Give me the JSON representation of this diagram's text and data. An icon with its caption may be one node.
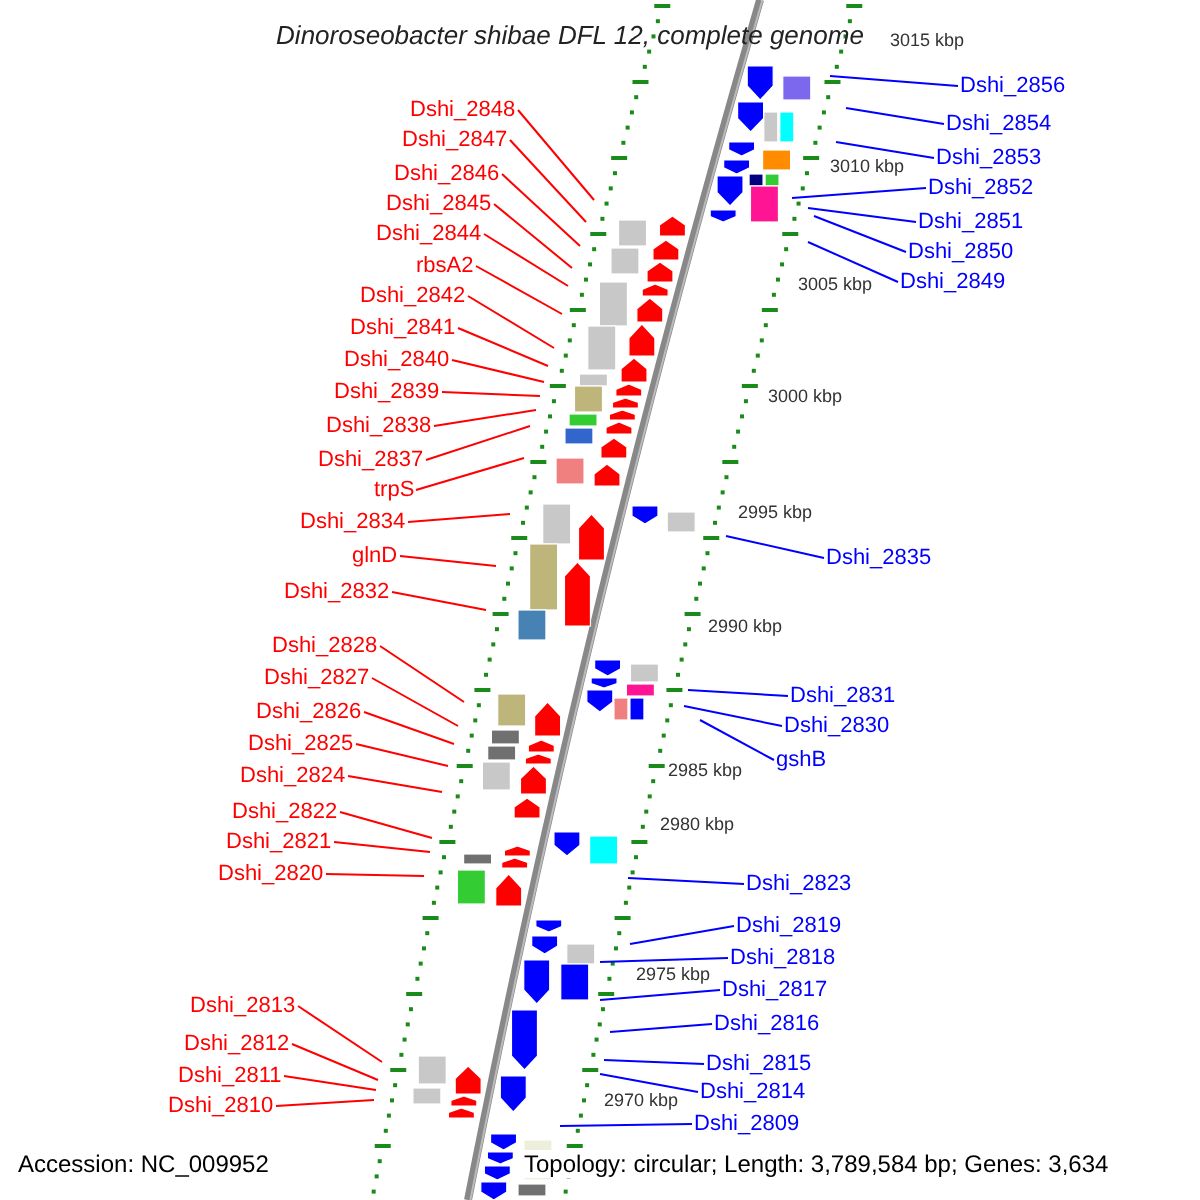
{
  "diagram": {
    "title": "Dinoroseobacter shibae DFL 12, complete genome",
    "nodes": [
      {
        "text": [
          "Dshi_2848"
        ]
      },
      {
        "text": [
          "Dshi_2847"
        ]
      },
      {
        "text": [
          "Dshi_2846"
        ]
      },
      {
        "text": [
          "Dshi_2845"
        ]
      },
      {
        "text": [
          "Dshi_2844"
        ]
      },
      {
        "text": [
          "rbsA2"
        ]
      },
      {
        "text": [
          "Dshi_2842"
        ]
      },
      {
        "text": [
          "Dshi_2841"
        ]
      },
      {
        "text": [
          "Dshi_2840"
        ]
      },
      {
        "text": [
          "Dshi_2839"
        ]
      },
      {
        "text": [
          "Dshi_2838"
        ]
      },
      {
        "text": [
          "Dshi_2837"
        ]
      },
      {
        "text": [
          "trpS"
        ]
      },
      {
        "text": [
          "Dshi_2834"
        ]
      },
      {
        "text": [
          "glnD"
        ]
      },
      {
        "text": [
          "Dshi_2832"
        ]
      },
      {
        "text": [
          "Dshi_2828"
        ]
      },
      {
        "text": [
          "Dshi_2827"
        ]
      },
      {
        "text": [
          "Dshi_2826"
        ]
      },
      {
        "text": [
          "Dshi_2825"
        ]
      },
      {
        "text": [
          "Dshi_2824"
        ]
      },
      {
        "text": [
          "Dshi_2822"
        ]
      },
      {
        "text": [
          "Dshi_2821"
        ]
      },
      {
        "text": [
          "Dshi_2820"
        ]
      },
      {
        "text": [
          "Dshi_2813"
        ]
      },
      {
        "text": [
          "Dshi_2812"
        ]
      },
      {
        "text": [
          "Dshi_2811"
        ]
      },
      {
        "text": [
          "Dshi_2810"
        ]
      },
      {
        "text": [
          "Dshi_2856"
        ]
      },
      {
        "text": [
          "Dshi_2854"
        ]
      },
      {
        "text": [
          "Dshi_2853"
        ]
      },
      {
        "text": [
          "Dshi_2852"
        ]
      },
      {
        "text": [
          "Dshi_2851"
        ]
      },
      {
        "text": [
          "Dshi_2850"
        ]
      },
      {
        "text": [
          "Dshi_2849"
        ]
      },
      {
        "text": [
          "Dshi_2835"
        ]
      },
      {
        "text": [
          "Dshi_2831"
        ]
      },
      {
        "text": [
          "Dshi_2830"
        ]
      },
      {
        "text": [
          "gshB"
        ]
      },
      {
        "text": [
          "Dshi_2823"
        ]
      },
      {
        "text": [
          "Dshi_2819"
        ]
      },
      {
        "text": [
          "Dshi_2818"
        ]
      },
      {
        "text": [
          "Dshi_2817"
        ]
      },
      {
        "text": [
          "Dshi_2816"
        ]
      },
      {
        "text": [
          "Dshi_2815"
        ]
      },
      {
        "text": [
          "Dshi_2814"
        ]
      },
      {
        "text": [
          "Dshi_2809"
        ]
      }
    ],
    "edges": [
      {
        "from": 0,
        "to": null,
        "arrow": "none"
      },
      {
        "from": 1,
        "to": null,
        "arrow": "none"
      },
      {
        "from": 2,
        "to": null,
        "arrow": "none"
      },
      {
        "from": 3,
        "to": null,
        "arrow": "none"
      },
      {
        "from": 4,
        "to": null,
        "arrow": "none"
      },
      {
        "from": 5,
        "to": null,
        "arrow": "none"
      },
      {
        "from": 6,
        "to": null,
        "arrow": "none"
      },
      {
        "from": 7,
        "to": null,
        "arrow": "none"
      },
      {
        "from": 8,
        "to": null,
        "arrow": "none"
      },
      {
        "from": 9,
        "to": null,
        "arrow": "none"
      },
      {
        "from": 10,
        "to": null,
        "arrow": "none"
      },
      {
        "from": 11,
        "to": null,
        "arrow": "none"
      },
      {
        "from": 12,
        "to": null,
        "arrow": "none"
      },
      {
        "from": 13,
        "to": null,
        "arrow": "none"
      },
      {
        "from": 14,
        "to": null,
        "arrow": "none"
      },
      {
        "from": 15,
        "to": null,
        "arrow": "none"
      },
      {
        "from": 16,
        "to": null,
        "arrow": "none"
      },
      {
        "from": 17,
        "to": null,
        "arrow": "none"
      },
      {
        "from": 18,
        "to": null,
        "arrow": "none"
      },
      {
        "from": 19,
        "to": null,
        "arrow": "none"
      },
      {
        "from": 20,
        "to": null,
        "arrow": "none"
      },
      {
        "from": 21,
        "to": null,
        "arrow": "none"
      },
      {
        "from": 22,
        "to": null,
        "arrow": "none"
      },
      {
        "from": 23,
        "to": null,
        "arrow": "none"
      },
      {
        "from": 24,
        "to": null,
        "arrow": "none"
      },
      {
        "from": 25,
        "to": null,
        "arrow": "none"
      },
      {
        "from": 26,
        "to": null,
        "arrow": "none"
      },
      {
        "from": 27,
        "to": null,
        "arrow": "none"
      },
      {
        "from": 28,
        "to": null,
        "arrow": "none",
        "color": "#0000ff"
      },
      {
        "from": 29,
        "to": null,
        "arrow": "none",
        "color": "#0000ff"
      },
      {
        "from": 30,
        "to": null,
        "arrow": "none",
        "color": "#0000ff"
      },
      {
        "from": 31,
        "to": null,
        "arrow": "none",
        "color": "#0000ff"
      },
      {
        "from": 32,
        "to": null,
        "arrow": "none",
        "color": "#0000ff"
      },
      {
        "from": 33,
        "to": null,
        "arrow": "none",
        "color": "#0000ff"
      },
      {
        "from": 34,
        "to": null,
        "arrow": "none",
        "color": "#0000ff"
      },
      {
        "from": 35,
        "to": null,
        "arrow": "none",
        "color": "#0000ff"
      },
      {
        "from": 36,
        "to": null,
        "arrow": "none",
        "color": "#0000ff"
      },
      {
        "from": 37,
        "to": null,
        "arrow": "none",
        "color": "#0000ff"
      },
      {
        "from": 38,
        "to": null,
        "arrow": "none",
        "color": "#0000ff"
      },
      {
        "from": 39,
        "to": null,
        "arrow": "none",
        "color": "#0000ff"
      },
      {
        "from": 40,
        "to": null,
        "arrow": "none",
        "color": "#0000ff"
      },
      {
        "from": 41,
        "to": null,
        "arrow": "none",
        "color": "#0000ff"
      },
      {
        "from": 42,
        "to": null,
        "arrow": "none",
        "color": "#0000ff"
      },
      {
        "from": 43,
        "to": null,
        "arrow": "none",
        "color": "#0000ff"
      },
      {
        "from": 44,
        "to": null,
        "arrow": "none",
        "color": "#0000ff"
      },
      {
        "from": 45,
        "to": null,
        "arrow": "none",
        "color": "#0000ff"
      },
      {
        "from": 46,
        "to": null,
        "arrow": "none",
        "color": "#0000ff"
      }
    ],
    "labels": [
      "3015 kbp",
      "3010 kbp",
      "3005 kbp",
      "3000 kbp",
      "2995 kbp",
      "2990 kbp",
      "2985 kbp",
      "2980 kbp",
      "2975 kbp",
      "2970 kbp",
      "Accession: NC_009952",
      "Topology: circular; Length: 3,789,584 bp; Genes: 3,634"
    ]
  }
}
